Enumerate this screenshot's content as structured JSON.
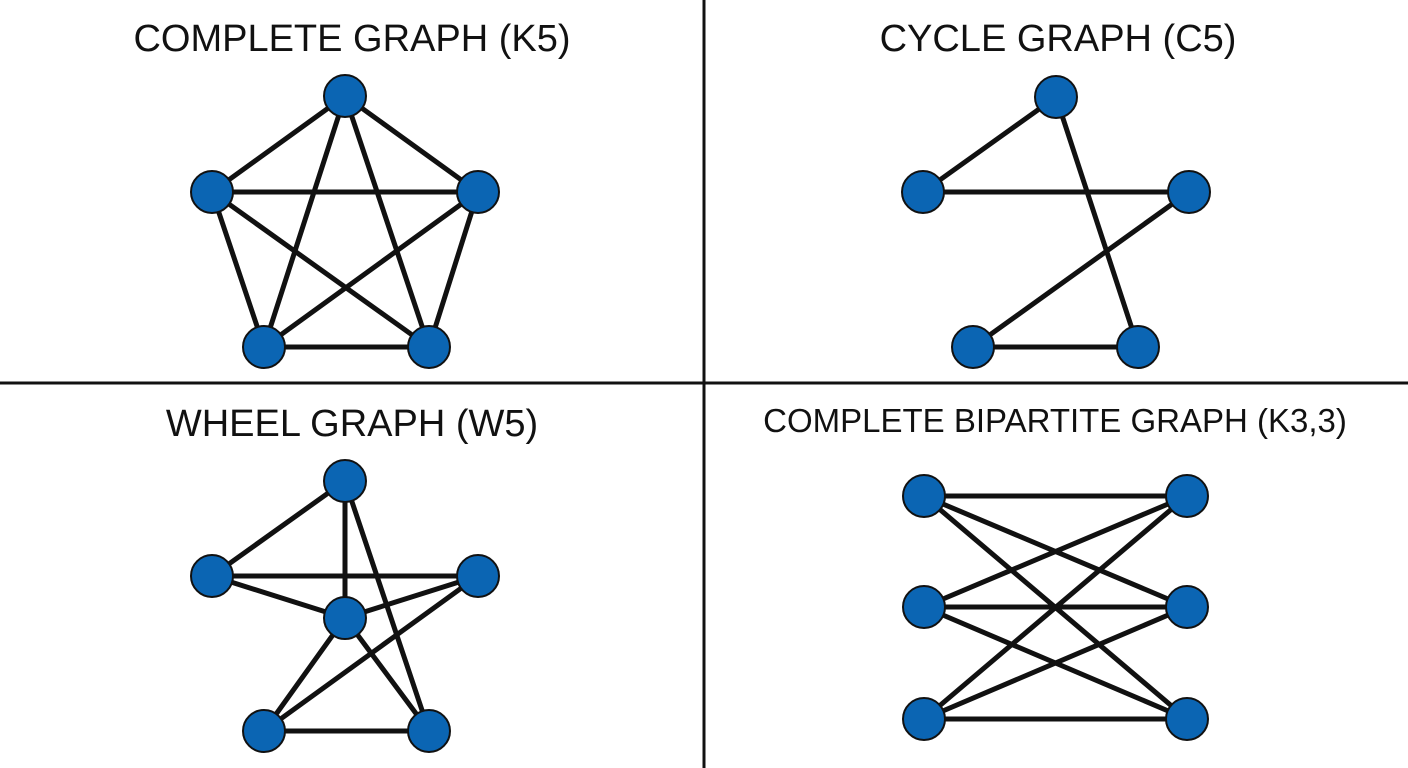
{
  "colors": {
    "node_fill": "#0b65b3",
    "edge": "#111111",
    "background": "#ffffff"
  },
  "panels": [
    {
      "title": "COMPLETE GRAPH (K5)",
      "graph": {
        "type": "complete",
        "node_count": 5,
        "edges": [
          [
            0,
            1
          ],
          [
            0,
            2
          ],
          [
            0,
            3
          ],
          [
            0,
            4
          ],
          [
            1,
            2
          ],
          [
            1,
            3
          ],
          [
            1,
            4
          ],
          [
            2,
            3
          ],
          [
            2,
            4
          ],
          [
            3,
            4
          ]
        ]
      }
    },
    {
      "title": "CYCLE GRAPH (C5)",
      "graph": {
        "type": "cycle",
        "node_count": 5,
        "edges": [
          [
            0,
            1
          ],
          [
            1,
            2
          ],
          [
            2,
            3
          ],
          [
            3,
            4
          ],
          [
            4,
            0
          ]
        ]
      }
    },
    {
      "title": "WHEEL GRAPH (W5)",
      "graph": {
        "type": "wheel",
        "node_count": 6,
        "edges": [
          [
            0,
            1
          ],
          [
            1,
            2
          ],
          [
            2,
            3
          ],
          [
            3,
            4
          ],
          [
            4,
            0
          ],
          [
            5,
            0
          ],
          [
            5,
            1
          ],
          [
            5,
            2
          ],
          [
            5,
            3
          ],
          [
            5,
            4
          ]
        ]
      }
    },
    {
      "title": "COMPLETE BIPARTITE GRAPH (K3,3)",
      "graph": {
        "type": "complete-bipartite",
        "node_count": 6,
        "edges": [
          [
            0,
            3
          ],
          [
            0,
            4
          ],
          [
            0,
            5
          ],
          [
            1,
            3
          ],
          [
            1,
            4
          ],
          [
            1,
            5
          ],
          [
            2,
            3
          ],
          [
            2,
            4
          ],
          [
            2,
            5
          ]
        ]
      }
    }
  ]
}
